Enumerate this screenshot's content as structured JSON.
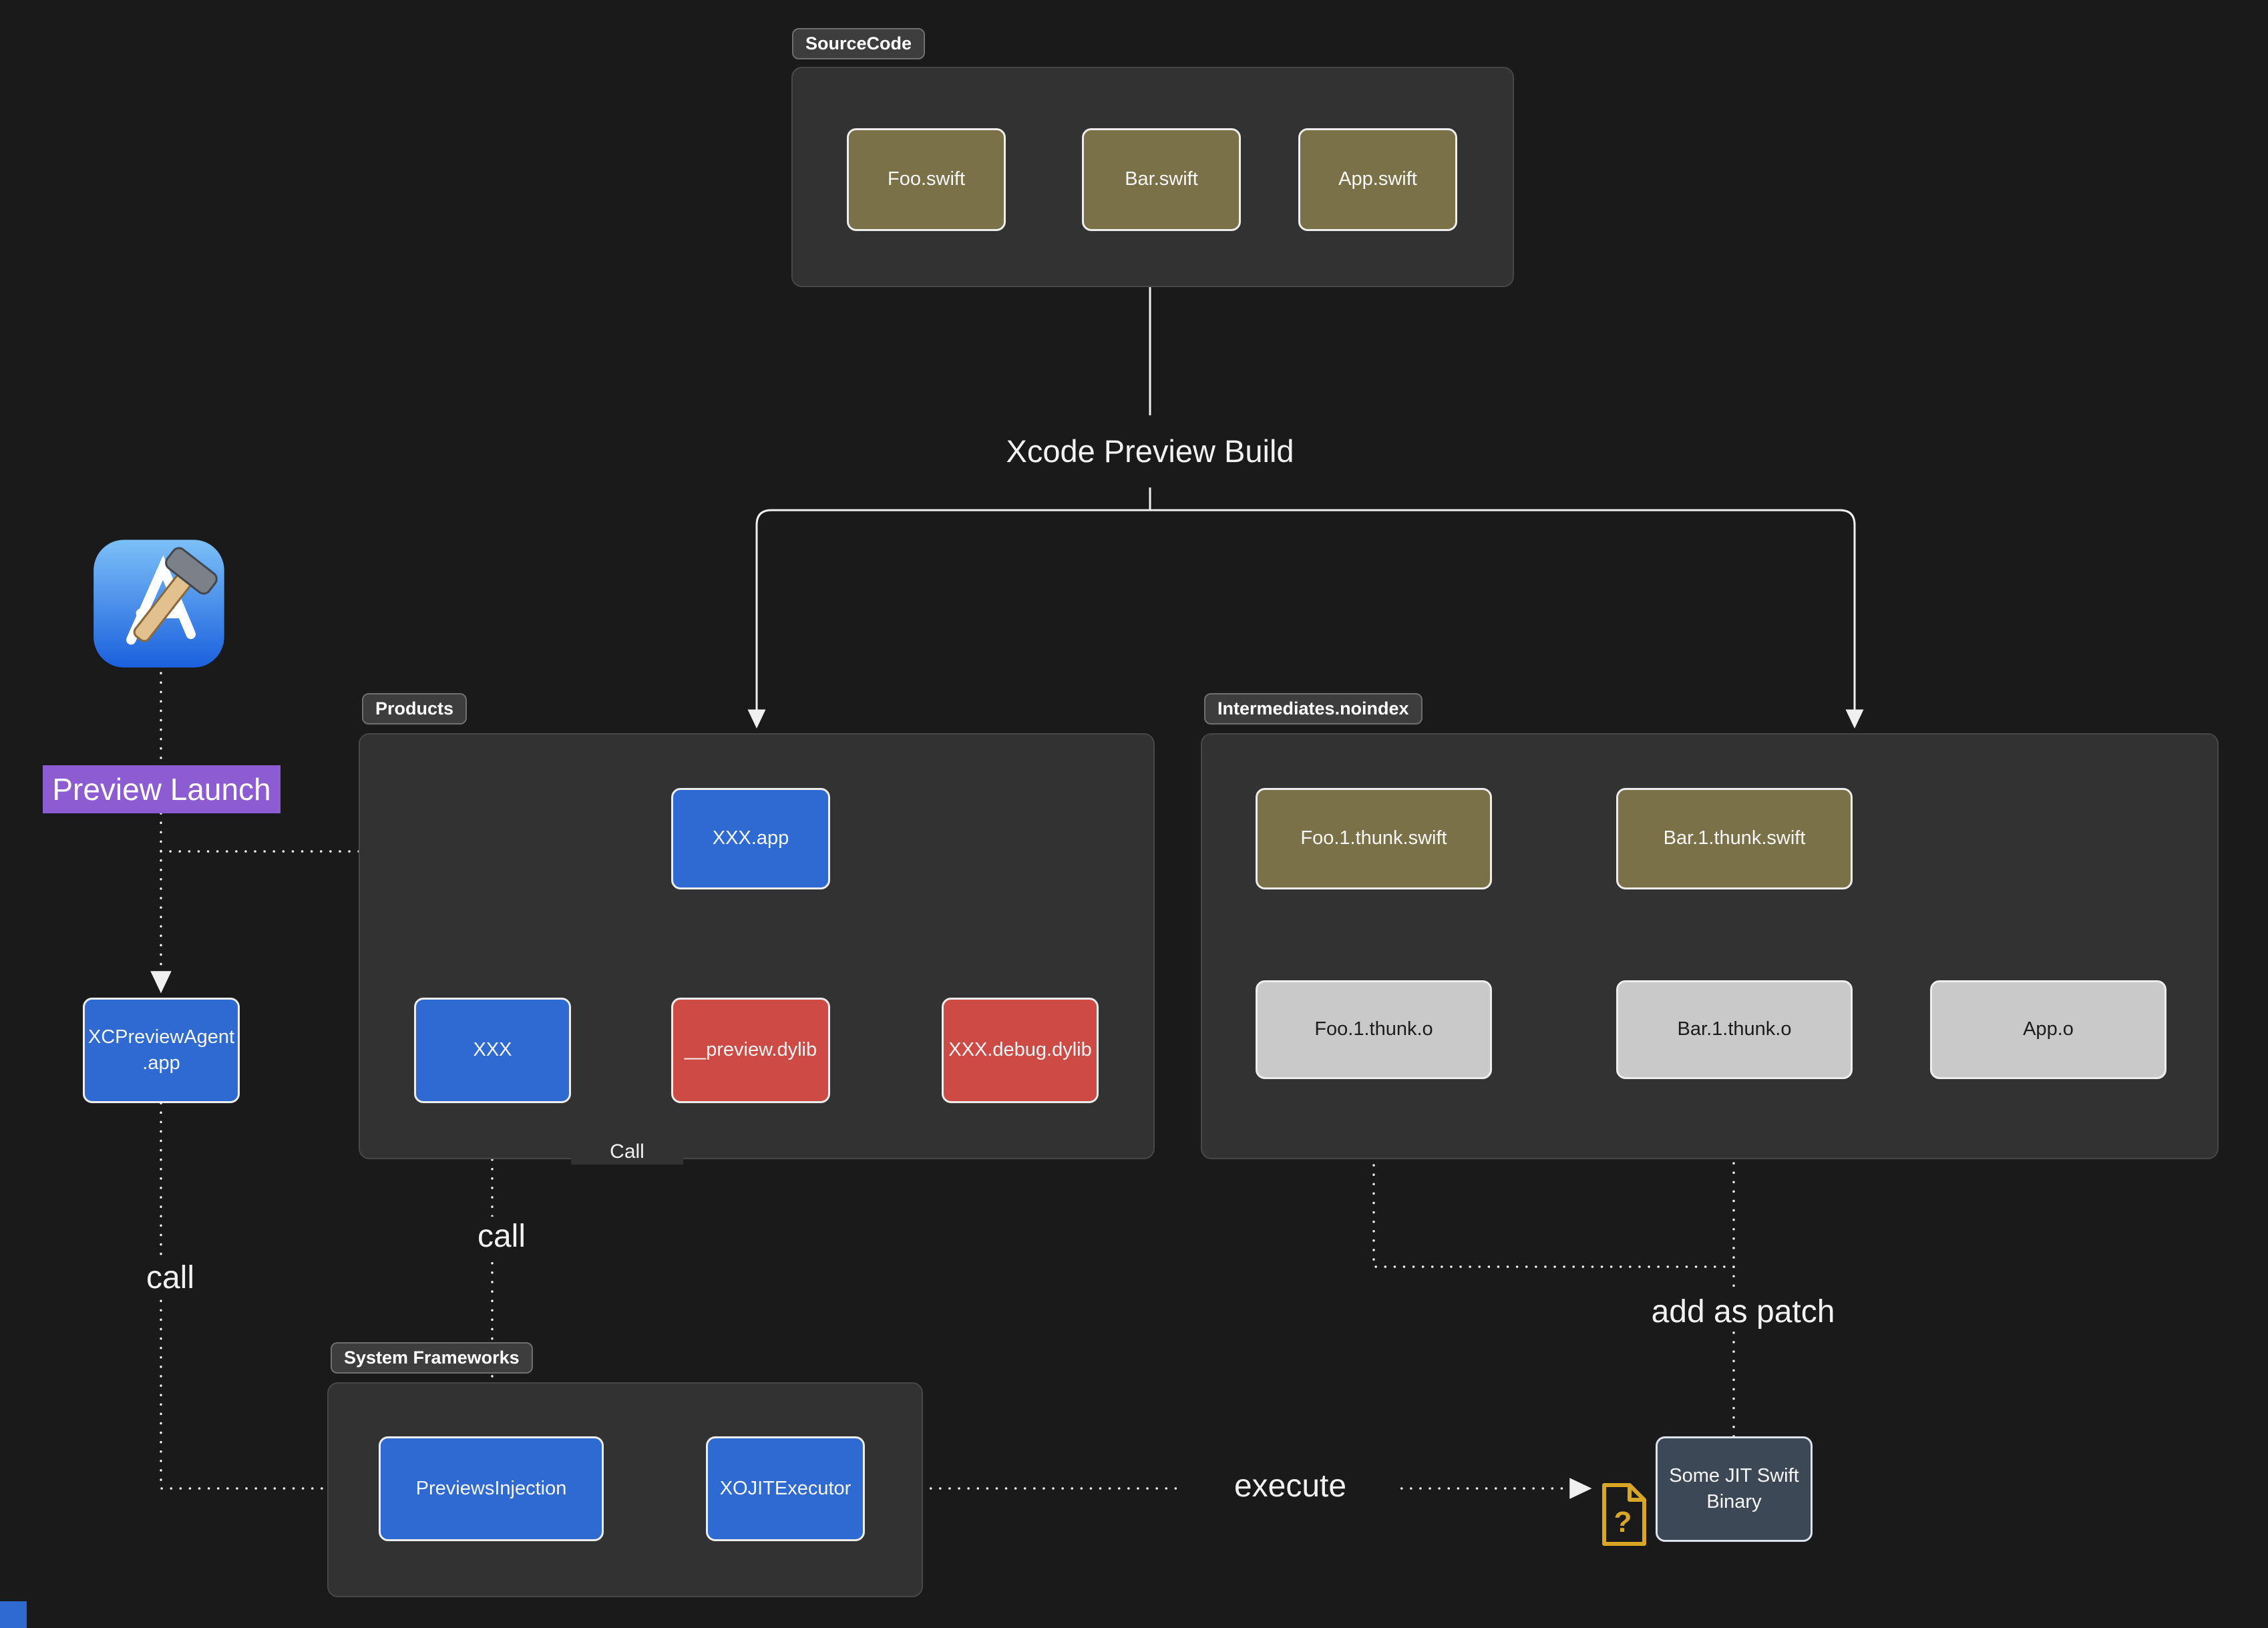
{
  "title": "Xcode Preview Build diagram",
  "colors": {
    "background": "#1a1a1a",
    "group_fill": "#323232",
    "swift_source_olive": "#7b7148",
    "binary_blue": "#2e6ad1",
    "dylib_red": "#cd4a45",
    "object_gray": "#c9c9c9",
    "jit_slate": "#3d4856",
    "highlight_purple": "#8d5bd2",
    "warning_yellow": "#d9a726",
    "line": "#f0f0f0"
  },
  "groups": {
    "source_code": {
      "label": "SourceCode"
    },
    "products": {
      "label": "Products"
    },
    "intermediates": {
      "label": "Intermediates.noindex"
    },
    "system_frameworks": {
      "label": "System Frameworks"
    }
  },
  "nodes": {
    "foo_swift": {
      "label": "Foo.swift"
    },
    "bar_swift": {
      "label": "Bar.swift"
    },
    "app_swift": {
      "label": "App.swift"
    },
    "xxx_app": {
      "label": "XXX.app"
    },
    "xxx": {
      "label": "XXX"
    },
    "preview_dylib": {
      "label": "__preview.dylib"
    },
    "debug_dylib": {
      "label": "XXX.debug.dylib"
    },
    "foo_thunk_swift": {
      "label": "Foo.1.thunk.swift"
    },
    "bar_thunk_swift": {
      "label": "Bar.1.thunk.swift"
    },
    "foo_thunk_o": {
      "label": "Foo.1.thunk.o"
    },
    "bar_thunk_o": {
      "label": "Bar.1.thunk.o"
    },
    "app_o": {
      "label": "App.o"
    },
    "xcpreview_agent": {
      "label": "XCPreviewAgent .app"
    },
    "previews_injection": {
      "label": "PreviewsInjection"
    },
    "xojit_executor": {
      "label": "XOJITExecutor"
    },
    "jit_binary": {
      "label": "Some JIT Swift Binary"
    }
  },
  "labels": {
    "build_step": "Xcode Preview Build",
    "preview_launch": "Preview Launch",
    "call_agent": "call",
    "call_xxx": "call",
    "call_preview": "Call",
    "execute": "execute",
    "add_as_patch": "add as patch",
    "unknown_binary": "?"
  }
}
